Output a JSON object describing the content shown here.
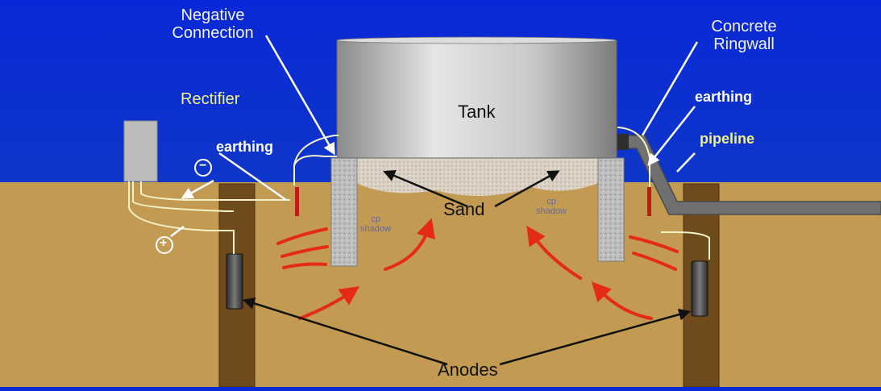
{
  "labels": {
    "negative_connection_line1": "Negative",
    "negative_connection_line2": "Connection",
    "concrete_ringwall_line1": "Concrete",
    "concrete_ringwall_line2": "Ringwall",
    "rectifier": "Rectifier",
    "tank": "Tank",
    "earthing_left": "earthing",
    "earthing_right": "earthing",
    "pipeline": "pipeline",
    "sand": "Sand",
    "cp_shadow_left_line1": "cp",
    "cp_shadow_left_line2": "shadow",
    "cp_shadow_right_line1": "cp",
    "cp_shadow_right_line2": "shadow",
    "anodes": "Anodes",
    "minus_symbol": "−",
    "plus_symbol": "+"
  },
  "colors": {
    "sky": "#0a2bd6",
    "soil": "#c29a52",
    "anode_pit": "#6e4a1c",
    "current_arrows": "#e52a16",
    "tank": "#c8c8c8",
    "concrete": "#b9b9b9",
    "sand": "#d9d0c2",
    "wire": "#f4f2c8"
  }
}
